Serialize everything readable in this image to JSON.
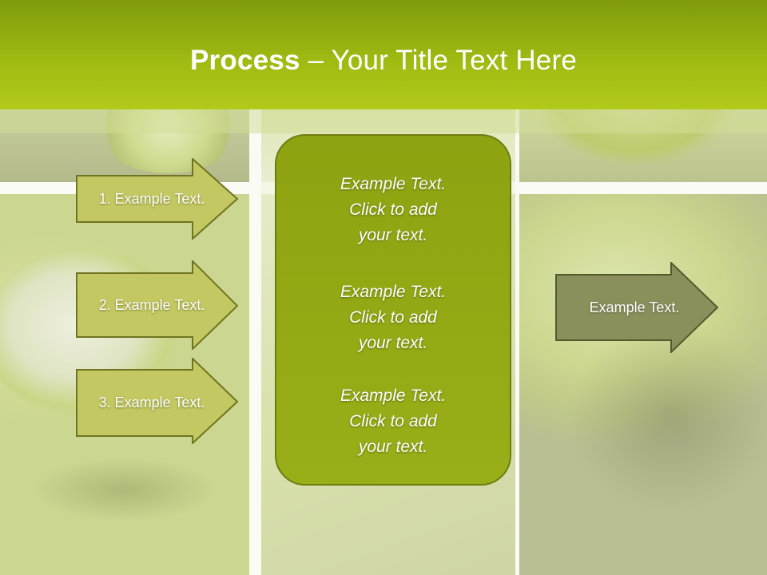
{
  "slide": {
    "title_bold": "Process",
    "title_rest": " – Your Title Text Here"
  },
  "inputs": [
    {
      "label": "1. Example Text."
    },
    {
      "label": "2. Example Text."
    },
    {
      "label": "3. Example Text."
    }
  ],
  "center_box": {
    "blocks": [
      {
        "line1": "Example Text.",
        "line2": "Click  to add",
        "line3": "your text."
      },
      {
        "line1": "Example Text.",
        "line2": "Click  to add",
        "line3": "your text."
      },
      {
        "line1": "Example Text.",
        "line2": "Click  to add",
        "line3": "your text."
      }
    ]
  },
  "output": {
    "label": "Example Text."
  },
  "colors": {
    "title_bar": "#9fba12",
    "input_arrow_fill": "#c3c862",
    "input_arrow_border": "#6f7420",
    "center_fill": "#95a915",
    "output_arrow_fill": "#8b8f5c"
  }
}
